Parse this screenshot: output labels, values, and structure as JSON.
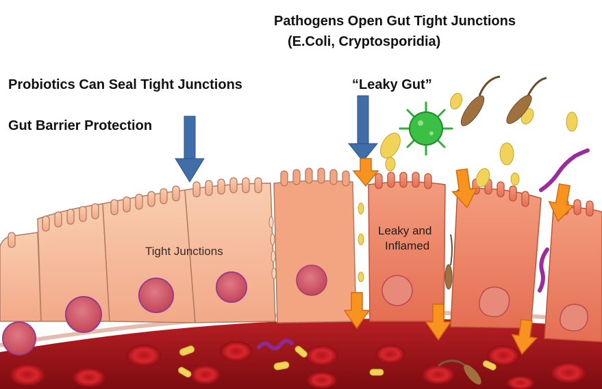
{
  "labels": {
    "pathogens_title_line1": "Pathogens Open Gut Tight Junctions",
    "pathogens_title_line2": "(E.Coli,  Cryptosporidia)",
    "probiotics": "Probiotics Can Seal Tight Junctions",
    "leaky_gut": "“Leaky Gut”",
    "barrier": "Gut Barrier Protection",
    "tight_junctions": "Tight Junctions",
    "leaky_inflamed_line1": "Leaky and",
    "leaky_inflamed_line2": "Inflamed"
  },
  "colors": {
    "healthy_cell": "#f4b89a",
    "inflamed_cell": "#ec8467",
    "blood": "#a3161c",
    "arrow_blue": "#3f6ea8",
    "arrow_orange": "#f7931e",
    "virus_green": "#2fae38",
    "nucleus": "#c94a5a"
  }
}
